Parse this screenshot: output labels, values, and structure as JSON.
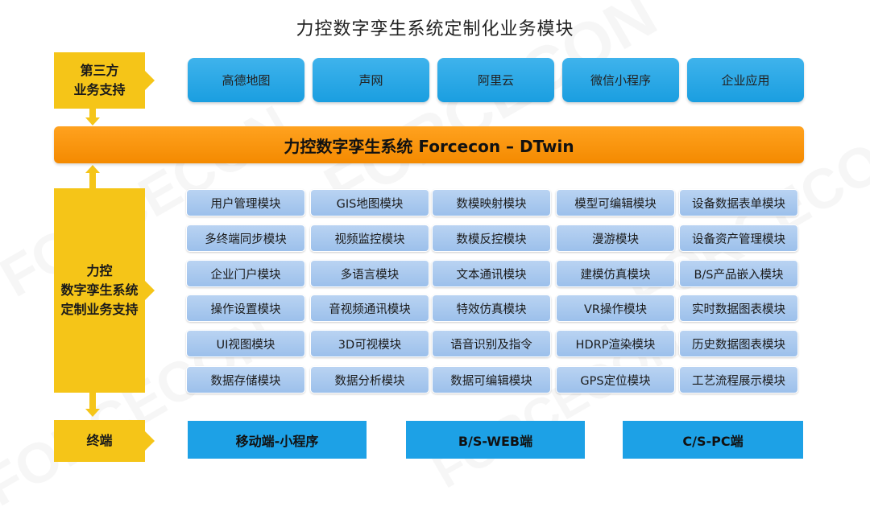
{
  "title": "力控数字孪生系统定制化业务模块",
  "side": {
    "third_party": [
      "第三方",
      "业务支持"
    ],
    "custom": [
      "力控",
      "数字孪生系统",
      "定制业务支持"
    ],
    "terminal": "终端"
  },
  "third_party_items": [
    "高德地图",
    "声网",
    "阿里云",
    "微信小程序",
    "企业应用"
  ],
  "banner": "力控数字孪生系统 Forcecon – DTwin",
  "modules": [
    [
      "用户管理模块",
      "GIS地图模块",
      "数模映射模块",
      "模型可编辑模块",
      "设备数据表单模块"
    ],
    [
      "多终端同步模块",
      "视频监控模块",
      "数模反控模块",
      "漫游模块",
      "设备资产管理模块"
    ],
    [
      "企业门户模块",
      "多语言模块",
      "文本通讯模块",
      "建模仿真模块",
      "B/S产品嵌入模块"
    ],
    [
      "操作设置模块",
      "音视频通讯模块",
      "特效仿真模块",
      "VR操作模块",
      "实时数据图表模块"
    ],
    [
      "UI视图模块",
      "3D可视模块",
      "语音识别及指令",
      "HDRP渲染模块",
      "历史数据图表模块"
    ],
    [
      "数据存储模块",
      "数据分析模块",
      "数据可编辑模块",
      "GPS定位模块",
      "工艺流程展示模块"
    ]
  ],
  "terminals": [
    "移动端-小程序",
    "B/S-WEB端",
    "C/S-PC端"
  ],
  "colors": {
    "side": "#f5c518",
    "third_party": "#1a9ee0",
    "banner": "#f48a00",
    "module": "#a9c9ef",
    "terminal": "#1da1e6"
  }
}
